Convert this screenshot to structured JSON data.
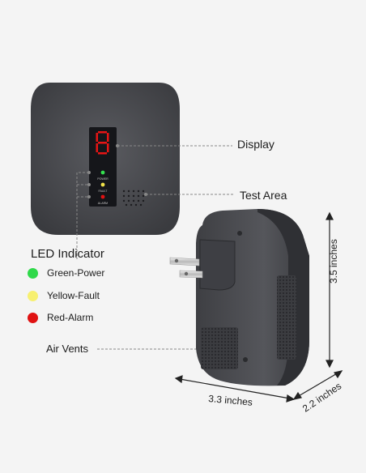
{
  "labels": {
    "display": "Display",
    "test_area": "Test Area",
    "led_indicator": "LED Indicator",
    "air_vents": "Air Vents"
  },
  "led_legend": [
    {
      "label": "Green-Power",
      "color": "#2fd94a"
    },
    {
      "label": "Yellow-Fault",
      "color": "#f7f070"
    },
    {
      "label": "Red-Alarm",
      "color": "#e01212"
    }
  ],
  "front_panel": {
    "digit": "8",
    "power": "POWER",
    "fault": "FAULT",
    "alarm": "ALARM"
  },
  "dimensions": {
    "height": "3.5 inches",
    "width": "3.3 inches",
    "depth": "2.2 inches"
  },
  "colors": {
    "device_body": "#4a4b4f",
    "device_dark": "#2c2d30",
    "segment_red": "#e81515"
  }
}
